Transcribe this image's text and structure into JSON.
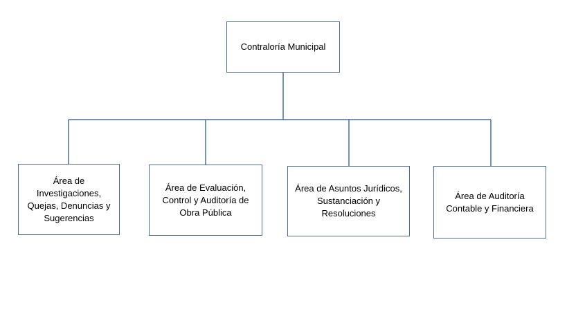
{
  "diagram": {
    "root": {
      "label": "Contraloría Municipal"
    },
    "children": [
      {
        "label": "Área de Investigaciones, Quejas, Denuncias y Sugerencias"
      },
      {
        "label": "Área de Evaluación, Control y Auditoría de Obra Pública"
      },
      {
        "label": "Área de Asuntos Jurídicos, Sustanciación y Resoluciones"
      },
      {
        "label": "Área de Auditoría Contable y Financiera"
      }
    ],
    "colors": {
      "connector": "#4a6a99",
      "box_border": "#4a6a99",
      "text": "#000000",
      "background": "#ffffff"
    }
  }
}
